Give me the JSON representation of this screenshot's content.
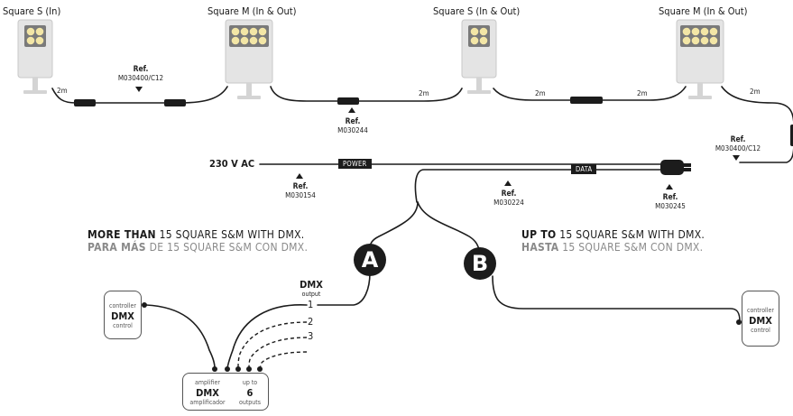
{
  "fixtures": [
    {
      "label": "Square S (In)",
      "type": "S"
    },
    {
      "label": "Square M (In & Out)",
      "type": "M"
    },
    {
      "label": "Square S (In & Out)",
      "type": "S"
    },
    {
      "label": "Square M (In & Out)",
      "type": "M"
    }
  ],
  "cable_lengths": [
    "2m",
    "2m",
    "2m",
    "2m",
    "2m"
  ],
  "refs": {
    "link_cable_left": {
      "ref": "Ref.",
      "code": "M030400/C12"
    },
    "link_cable_mid": {
      "ref": "Ref.",
      "code": "M030244"
    },
    "link_cable_right": {
      "ref": "Ref.",
      "code": "M030400/C12"
    },
    "power_cable": {
      "ref": "Ref.",
      "code": "M030154"
    },
    "data_cable": {
      "ref": "Ref.",
      "code": "M030224"
    },
    "connector": {
      "ref": "Ref.",
      "code": "M030245"
    }
  },
  "power": {
    "voltage": "230 V AC",
    "tag": "POWER"
  },
  "data_tag": "DATA",
  "option_a": {
    "badge": "A",
    "line1_bold": "MORE THAN",
    "line1_rest": " 15 SQUARE S&M WITH DMX.",
    "line2_bold": "PARA MÁS",
    "line2_rest": " DE 15 SQUARE S&M CON DMX."
  },
  "option_b": {
    "badge": "B",
    "line1_bold": "UP TO",
    "line1_rest": " 15 SQUARE S&M WITH DMX.",
    "line2_bold": "HASTA",
    "line2_rest": " 15 SQUARE S&M CON DMX."
  },
  "controller_left": {
    "top": "controller",
    "main": "DMX",
    "bottom": "control"
  },
  "controller_right": {
    "top": "controller",
    "main": "DMX",
    "bottom": "control"
  },
  "dmx_output": {
    "title": "DMX",
    "subtitle": "output",
    "outputs": [
      "1",
      "2",
      "3"
    ]
  },
  "amplifier": {
    "left_top": "amplifier",
    "left_main": "DMX",
    "left_bottom": "amplificador",
    "right_top": "up to",
    "right_main": "6",
    "right_bottom": "outputs"
  },
  "colors": {
    "line": "#1c1c1c",
    "led": "#f3e6a6",
    "body": "#e4e4e4"
  }
}
